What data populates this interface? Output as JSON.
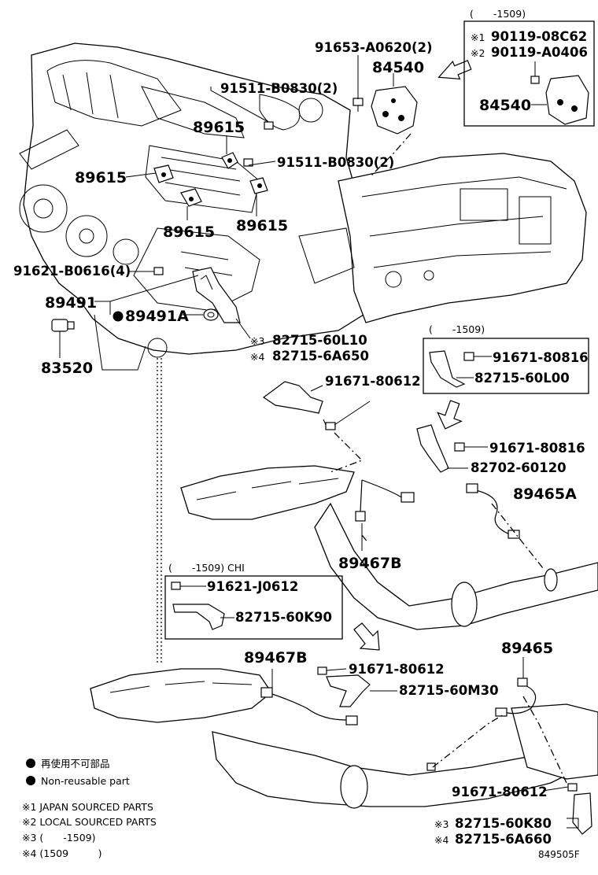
{
  "diagram": {
    "labels": {
      "p91653": "91653-A0620(2)",
      "p84540": "84540",
      "p91511a": "91511-B0830(2)",
      "p91511b": "91511-B0830(2)",
      "p89615a": "89615",
      "p89615b": "89615",
      "p89615c": "89615",
      "p89615d": "89615",
      "p91621": "91621-B0616(4)",
      "p89491": "89491",
      "p89491A": "89491A",
      "p83520": "83520",
      "p82715_60L10": "82715-60L10",
      "p82715_6A650": "82715-6A650",
      "p91671_80612a": "91671-80612",
      "p91671_80816b": "91671-80816",
      "p82702": "82702-60120",
      "p89465A": "89465A",
      "p89467Ba": "89467B",
      "p89467Bb": "89467B",
      "p91671_80612b": "91671-80612",
      "p82715_60M30": "82715-60M30",
      "p89465": "89465",
      "p91671_80612c": "91671-80612",
      "p82715_60K80": "82715-60K80",
      "p82715_6A660": "82715-6A660",
      "mark3": "※3",
      "mark4": "※4",
      "mark3b": "※3",
      "mark4b": "※4"
    },
    "inset_top": {
      "header": "(　　-1509)",
      "mark1": "※1",
      "mark2": "※2",
      "p90119_08C62": "90119-08C62",
      "p90119_A0406": "90119-A0406",
      "p84540": "84540"
    },
    "inset_mid": {
      "header": "(　　-1509)",
      "p91671_80816": "91671-80816",
      "p82715_60L00": "82715-60L00"
    },
    "inset_chi": {
      "header": "(　　-1509) CHI",
      "p91621_J0612": "91621-J0612",
      "p82715_60K90": "82715-60K90"
    },
    "legend": {
      "jp": "再使用不可部品",
      "en": "Non-reusable part",
      "note1": "※1 JAPAN SOURCED PARTS",
      "note2": "※2 LOCAL SOURCED PARTS",
      "note3": "※3 (　　-1509)",
      "note4": "※4 (1509　　　)"
    },
    "figure_id": "849505F"
  }
}
